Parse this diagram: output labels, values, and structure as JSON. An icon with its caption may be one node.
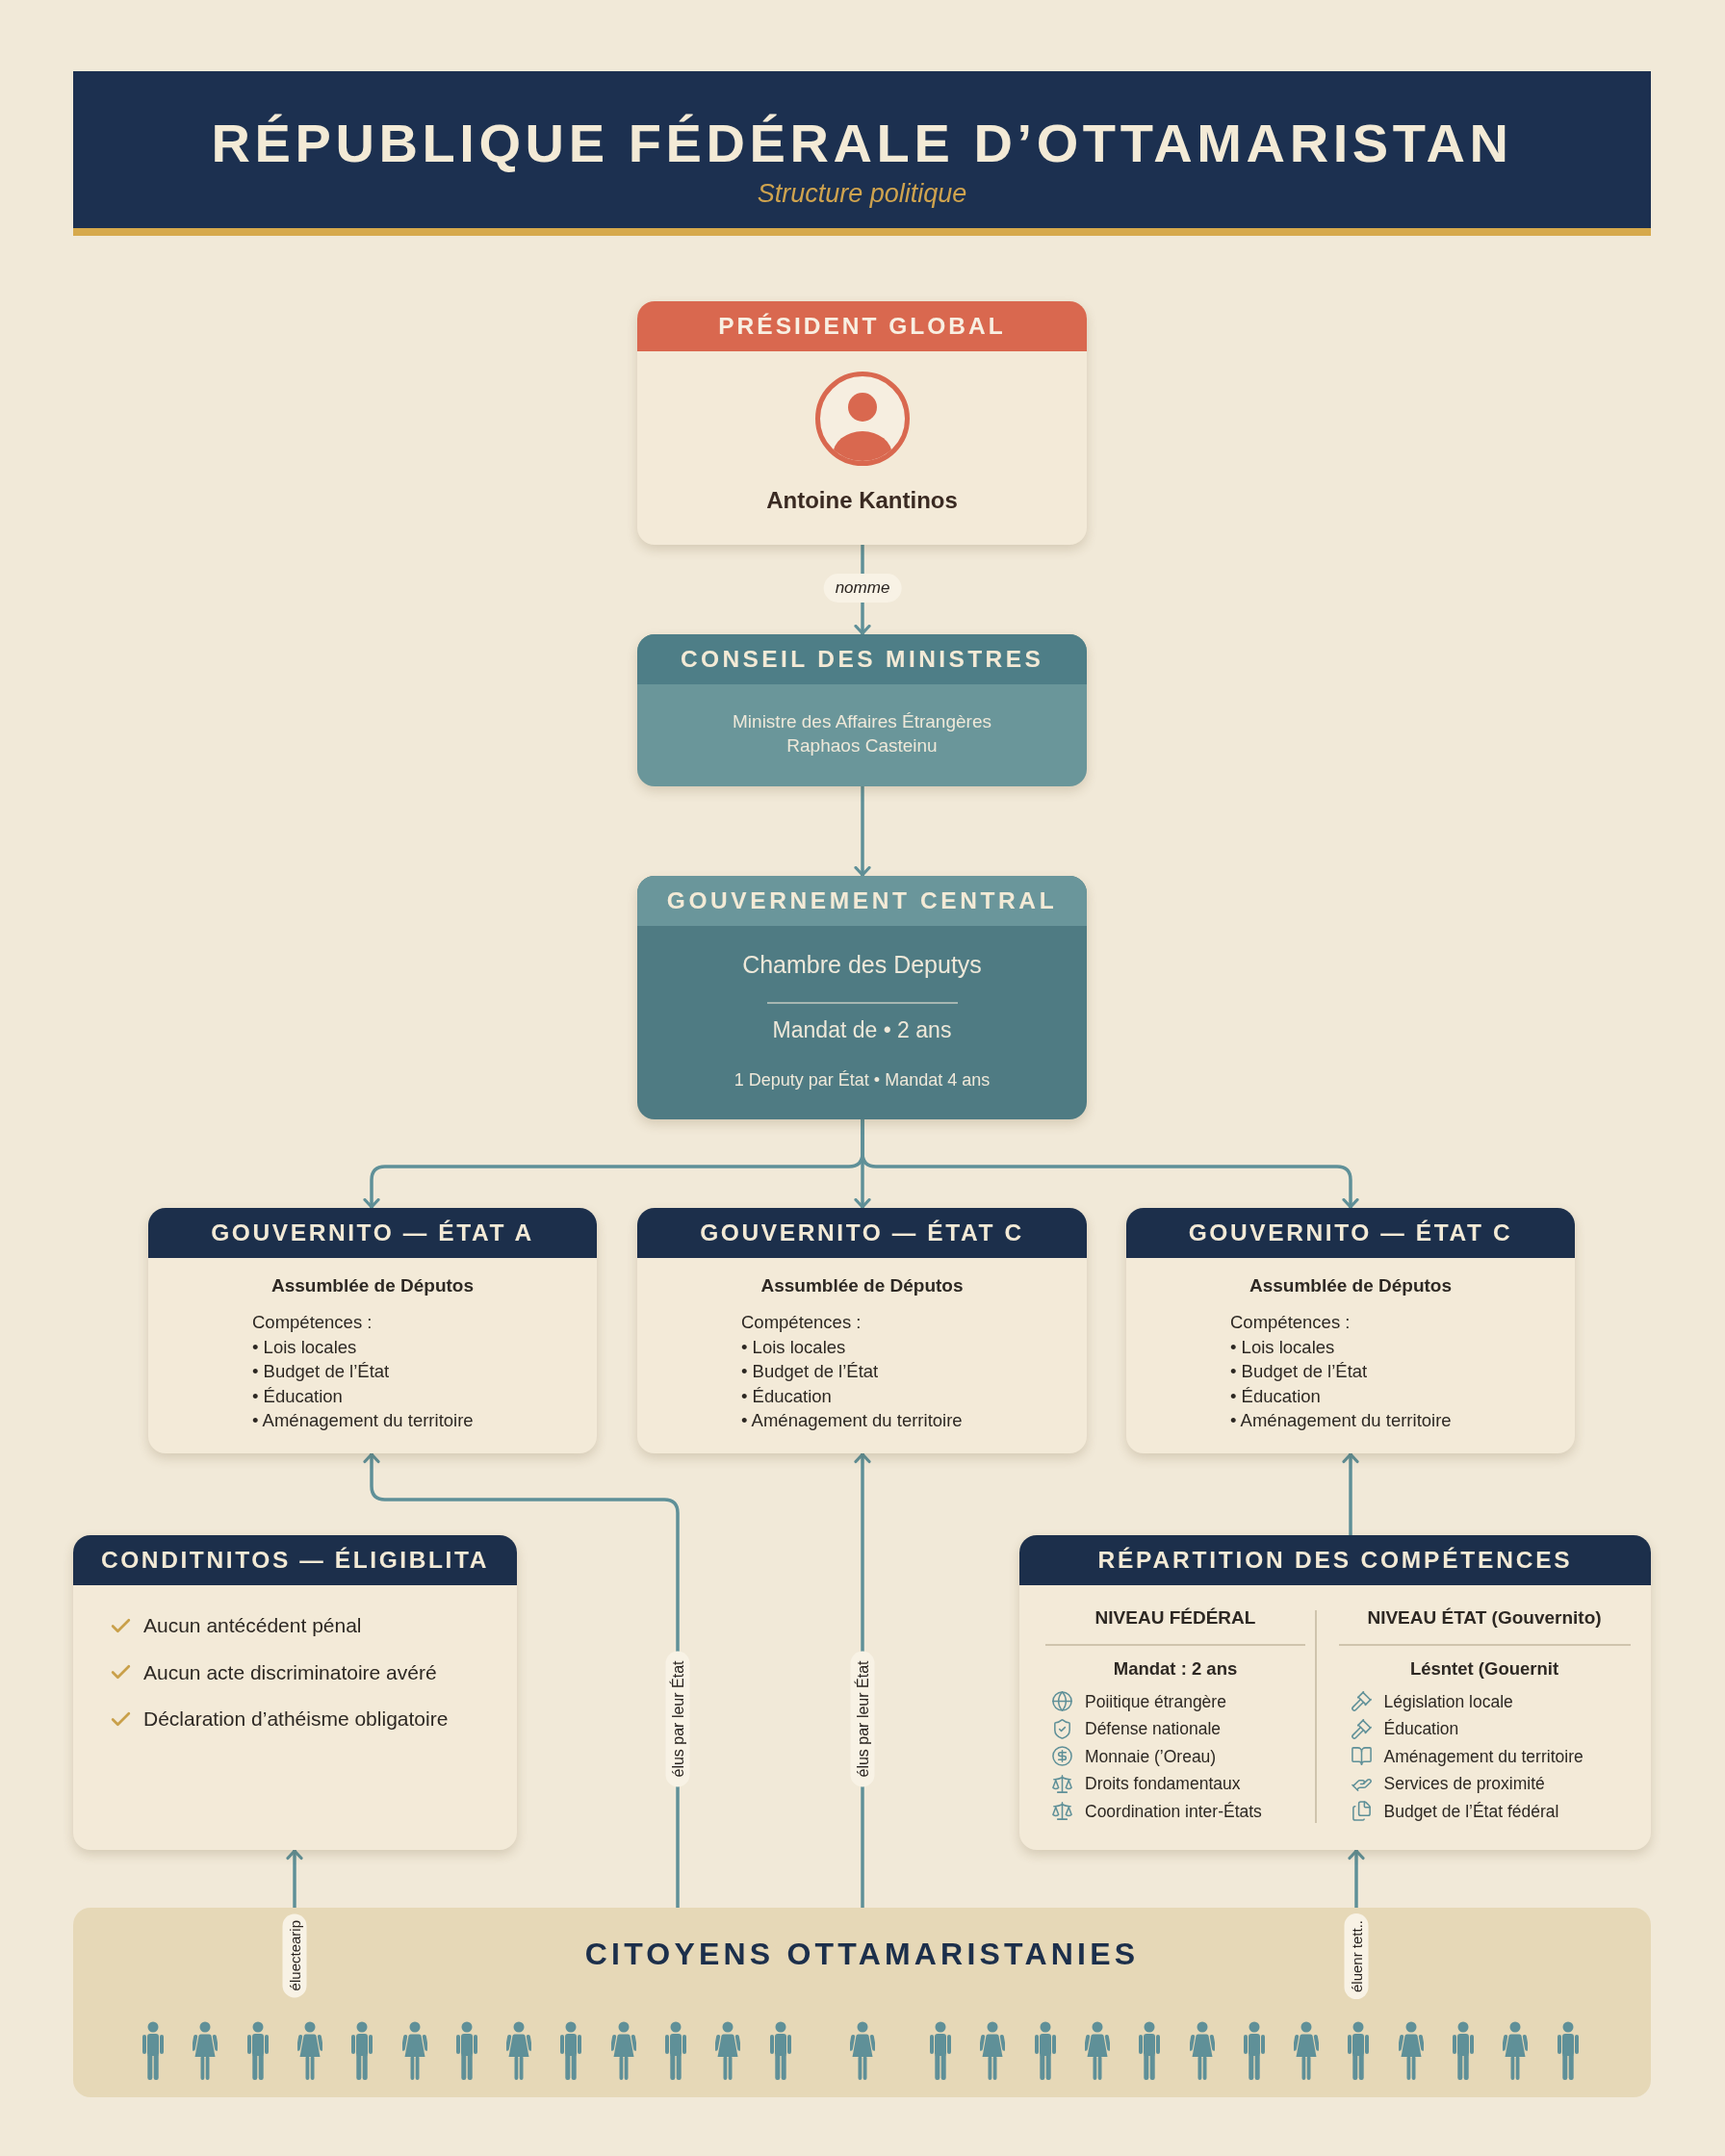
{
  "diagram": {
    "title": "RÉPUBLIQUE FÉDÉRALE D’OTTAMARISTAN",
    "nodes": [
      {
        "text": [
          "PRÉSIDENT GLOBAL",
          "Antoine Kantinos"
        ]
      },
      {
        "text": [
          "CONSEIL DES MINISTRES",
          "Ministre des Affaires Étrangères",
          "Raphaos Casteinu"
        ]
      },
      {
        "text": [
          "GOUVERNEMENT CENTRAL",
          "Chambre des Deputys",
          "Mandat de • 2 ans",
          "1 Deputy par État • Mandat 4 ans"
        ]
      },
      {
        "text": [
          "GOUVERNITO — ÉTAT A",
          "Assumblée de Députos",
          "Compétences :",
          "• Lois locales",
          "• Budget de l’État",
          "• Éducation",
          "• Aménagement du territoire"
        ]
      },
      {
        "text": [
          "GOUVERNITO — ÉTAT C",
          "Assumblée de Députos",
          "Compétences :",
          "• Lois locales",
          "• Budget de l’État",
          "• Éducation",
          "• Aménagement du territoire"
        ]
      },
      {
        "text": [
          "GOUVERNITO — ÉTAT C",
          "Assumblée de Députos",
          "Compétences :",
          "• Lois locales",
          "• Budget de l’État",
          "• Éducation",
          "• Aménagement du territoire"
        ]
      },
      {
        "text": [
          "CONDITNITOS — ÉLIGIBLITA",
          "Aucun antécédent pénal",
          "Aucun acte discriminatoire avéré",
          "Déclaration d’athéisme obligatoire"
        ]
      },
      {
        "text": [
          "RÉPARTITION DES COMPÉTENCES",
          "NIVEAU FÉDÉRAL",
          "Mandat : 2 ans",
          "Poiitique étrangère",
          "Défense nationale",
          "Monnaie (’Oreau)",
          "Droits fondamentaux",
          "Coordination inter-États",
          "NIVEAU ÉTAT (Gouvernito)",
          "Lésntet (Gouernit",
          "Législation locale",
          "Éducation",
          "Aménagement du territoire",
          "Services de proximité",
          "Budget de l’État fédéral"
        ]
      },
      {
        "text": [
          "CITOYENS OTTAMARISTANIES"
        ]
      }
    ],
    "edges": [
      {
        "from": 0,
        "to": 1,
        "arrow": "to",
        "label": "nomme"
      },
      {
        "from": 1,
        "to": 2,
        "arrow": "to"
      },
      {
        "from": 2,
        "to": 3,
        "arrow": "to"
      },
      {
        "from": 2,
        "to": 4,
        "arrow": "to"
      },
      {
        "from": 2,
        "to": 5,
        "arrow": "to"
      },
      {
        "from": 8,
        "to": 3,
        "arrow": "to",
        "label": "élus par leur État"
      },
      {
        "from": 8,
        "to": 4,
        "arrow": "to",
        "label": "élus par leur État"
      },
      {
        "from": 8,
        "to": 6,
        "arrow": "to",
        "label": "éluectearip"
      },
      {
        "from": 8,
        "to": 7,
        "arrow": "to",
        "label": "éluenr tett.."
      },
      {
        "from": 7,
        "to": 5,
        "arrow": "to"
      }
    ],
    "labels": [
      "Structure politique"
    ]
  }
}
